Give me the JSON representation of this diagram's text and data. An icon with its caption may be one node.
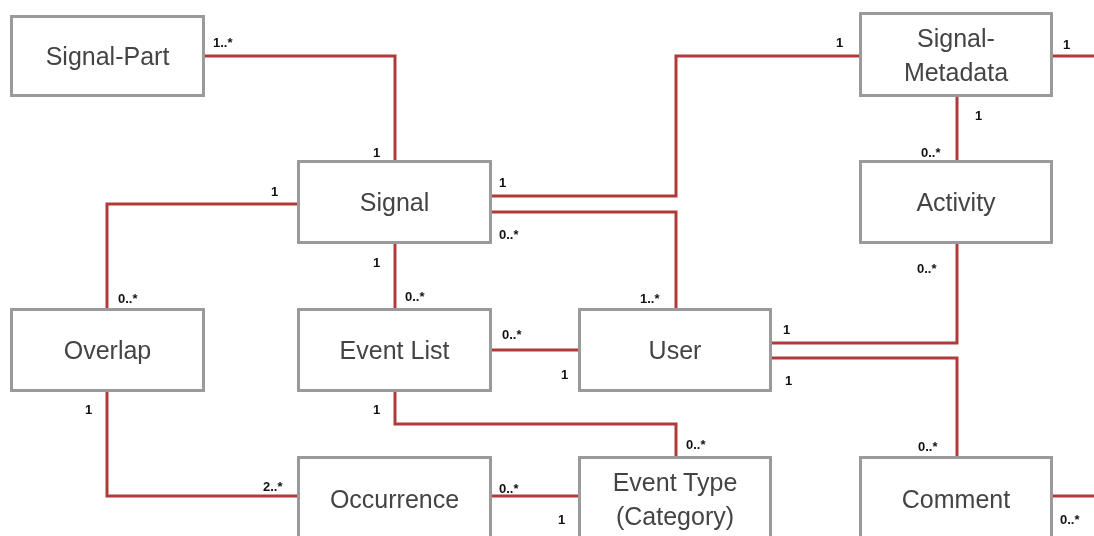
{
  "diagram": {
    "nodes": [
      {
        "text": [
          "Signal-Part"
        ]
      },
      {
        "text": [
          "Signal-Metadata"
        ]
      },
      {
        "text": [
          "Signal"
        ]
      },
      {
        "text": [
          "Activity"
        ]
      },
      {
        "text": [
          "Overlap"
        ]
      },
      {
        "text": [
          "Event List"
        ]
      },
      {
        "text": [
          "User"
        ]
      },
      {
        "text": [
          "Occurrence"
        ]
      },
      {
        "text": [
          "Event Type (Category)"
        ]
      },
      {
        "text": [
          "Comment"
        ]
      }
    ],
    "edges": [
      {
        "from": 0,
        "to": 2,
        "arrow": "none"
      },
      {
        "from": 2,
        "to": 1,
        "arrow": "none"
      },
      {
        "from": 1,
        "to": null,
        "arrow": "none"
      },
      {
        "from": 1,
        "to": 3,
        "arrow": "none"
      },
      {
        "from": 4,
        "to": 2,
        "arrow": "none"
      },
      {
        "from": 2,
        "to": 6,
        "arrow": "none"
      },
      {
        "from": 2,
        "to": 5,
        "arrow": "none"
      },
      {
        "from": 5,
        "to": 6,
        "arrow": "none"
      },
      {
        "from": 6,
        "to": 3,
        "arrow": "none"
      },
      {
        "from": 6,
        "to": 9,
        "arrow": "none"
      },
      {
        "from": 4,
        "to": 7,
        "arrow": "none"
      },
      {
        "from": 5,
        "to": 8,
        "arrow": "none"
      },
      {
        "from": 7,
        "to": 8,
        "arrow": "none"
      },
      {
        "from": 9,
        "to": null,
        "arrow": "none"
      }
    ],
    "labels": [
      "1..*",
      "1",
      "1",
      "1",
      "1",
      "1",
      "0..*",
      "1",
      "0..*",
      "0..*",
      "1..*",
      "1",
      "0..*",
      "0..*",
      "1",
      "1",
      "0..*",
      "1",
      "0..*",
      "1",
      "2..*",
      "1",
      "0..*",
      "0..*",
      "1",
      "0..*"
    ]
  }
}
